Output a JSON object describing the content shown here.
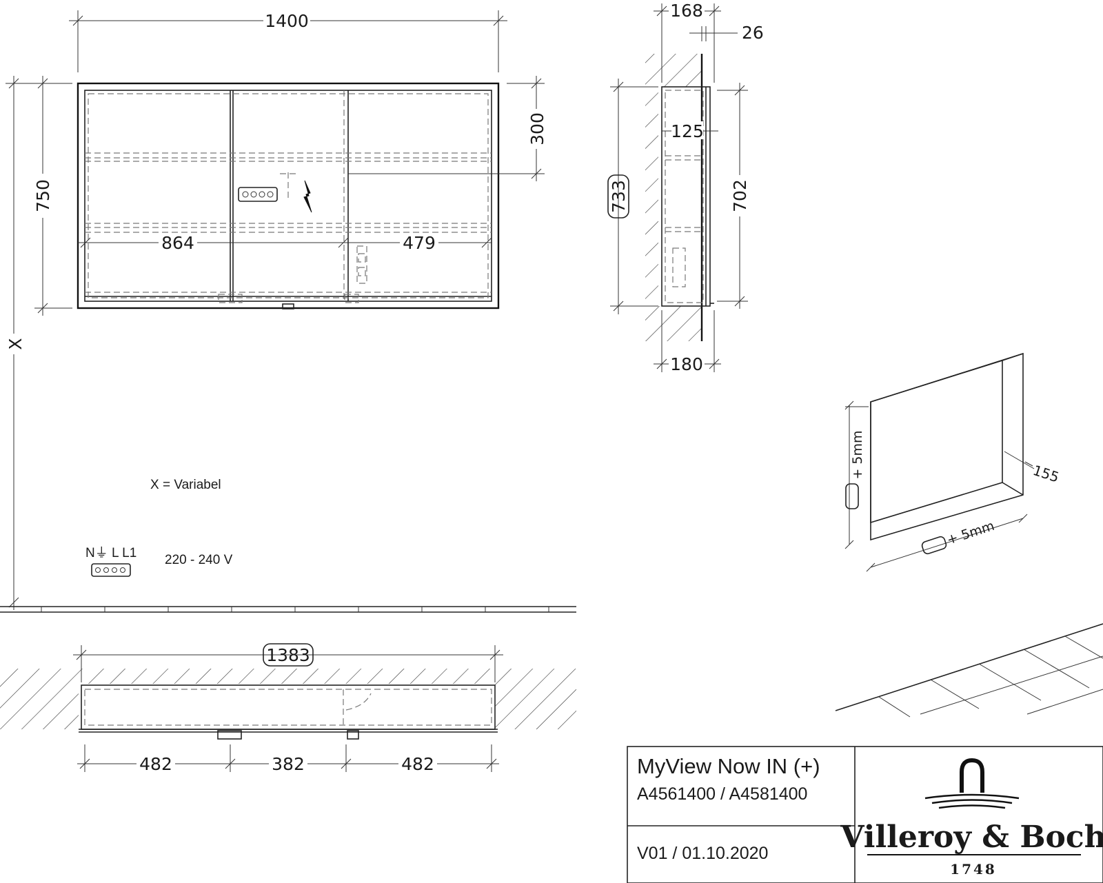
{
  "front_view": {
    "dim_width": "1400",
    "dim_height": "750",
    "dim_top_offset": "300",
    "dim_left": "864",
    "dim_right": "479",
    "dim_x": "X"
  },
  "side_view": {
    "dim_depth_total": "168",
    "dim_front": "26",
    "dim_shelf": "125",
    "dim_height_inner": "733",
    "dim_height_front": "702",
    "dim_bottom_depth": "180"
  },
  "niche_view": {
    "dim_depth": "155",
    "tolerance_vertical": "+ 5mm",
    "tolerance_horizontal": "+ 5mm"
  },
  "notes": {
    "variable_note": "X = Variabel",
    "terminal_labels": "N⏚ L L1",
    "voltage": "220 - 240 V"
  },
  "plan_view": {
    "dim_niche_width": "1383",
    "dim_left": "482",
    "dim_middle": "382",
    "dim_right": "482"
  },
  "title_block": {
    "product_name": "MyView Now IN (+)",
    "article_numbers": "A4561400 / A4581400",
    "version": "V01 / 01.10.2020",
    "brand_name": "Villeroy & Boch",
    "brand_year": "1748"
  }
}
